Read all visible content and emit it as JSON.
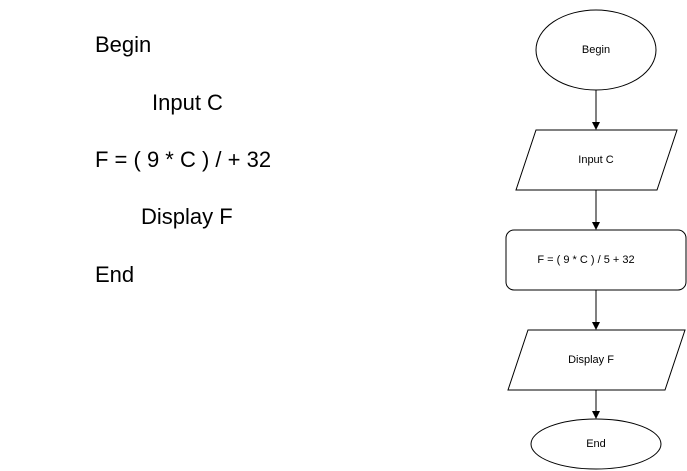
{
  "pseudocode": {
    "lines": [
      "Begin",
      "Input C",
      "F = ( 9 * C ) / + 32",
      "Display F",
      "End"
    ]
  },
  "flowchart": {
    "nodes": [
      {
        "id": "begin",
        "shape": "ellipse",
        "label": "Begin"
      },
      {
        "id": "input",
        "shape": "parallelogram",
        "label": "Input C"
      },
      {
        "id": "process",
        "shape": "rounded-rectangle",
        "label": "F = ( 9 * C ) / 5 + 32"
      },
      {
        "id": "display",
        "shape": "parallelogram",
        "label": "Display F"
      },
      {
        "id": "end",
        "shape": "ellipse",
        "label": "End"
      }
    ],
    "edges": [
      {
        "from": "begin",
        "to": "input"
      },
      {
        "from": "input",
        "to": "process"
      },
      {
        "from": "process",
        "to": "display"
      },
      {
        "from": "display",
        "to": "end"
      }
    ]
  },
  "colors": {
    "stroke": "#000000",
    "fill": "#ffffff",
    "text": "#000000"
  }
}
